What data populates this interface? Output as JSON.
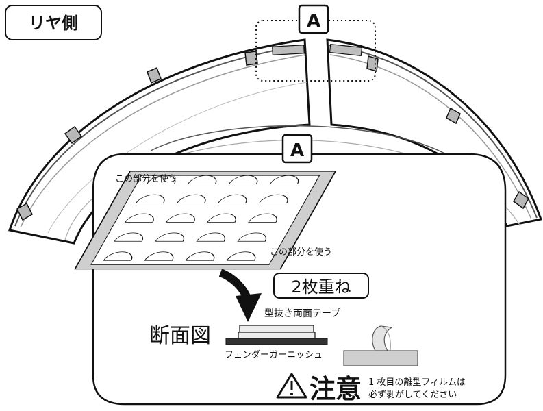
{
  "side_label": "リヤ側",
  "callout_top": "A",
  "callout_detail": "A",
  "use_part_1": "この部分を使う",
  "use_part_2": "この部分を使う",
  "two_layers": "2枚重ね",
  "tape_label": "型抜き両面テープ",
  "section_label": "断面図",
  "garnish_label": "フェンダーガーニッシュ",
  "caution_word": "注意",
  "caution_line1": "1 枚目の離型フィルムは",
  "caution_line2": "必ず剥がしてください",
  "colors": {
    "outline": "#111111",
    "part_gray": "#bdbdbd",
    "tape_light": "#ececec",
    "garnish": "#333333",
    "film_gray": "#cfcfcf"
  },
  "icons": [
    "warning-triangle-icon",
    "curved-arrow-icon",
    "peeling-film-icon"
  ]
}
